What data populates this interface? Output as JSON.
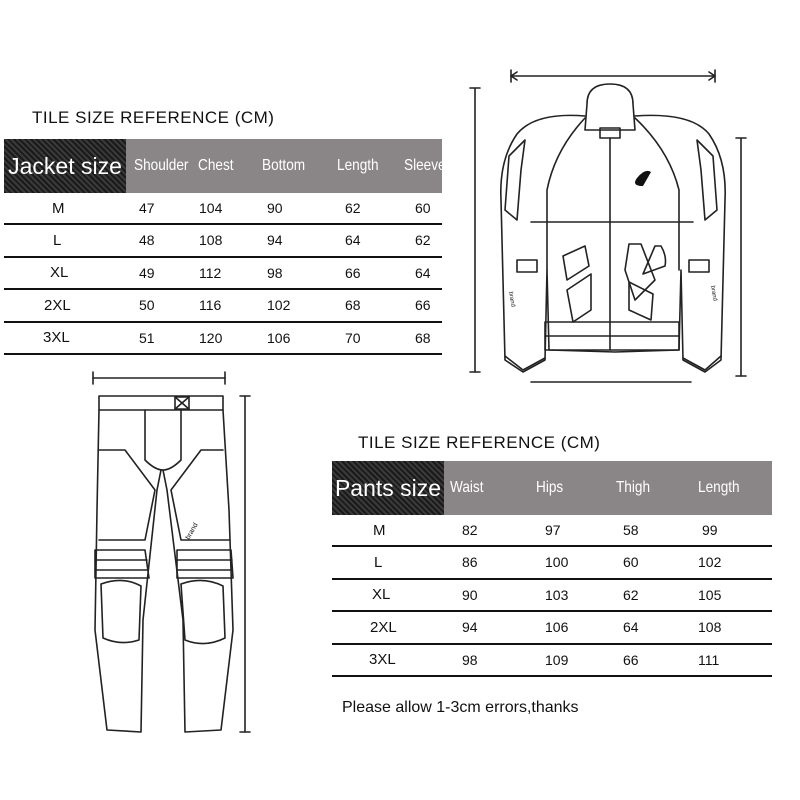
{
  "jacket": {
    "title": "TILE SIZE REFERENCE (CM)",
    "corner_label": "Jacket size",
    "columns": [
      "Shoulder",
      "Chest",
      "Bottom",
      "Length",
      "Sleeve"
    ],
    "rows": [
      {
        "size": "M",
        "values": [
          "47",
          "104",
          "90",
          "62",
          "60"
        ]
      },
      {
        "size": "L",
        "values": [
          "48",
          "108",
          "94",
          "64",
          "62"
        ]
      },
      {
        "size": "XL",
        "values": [
          "49",
          "112",
          "98",
          "66",
          "64"
        ]
      },
      {
        "size": "2XL",
        "values": [
          "50",
          "116",
          "102",
          "68",
          "66"
        ]
      },
      {
        "size": "3XL",
        "values": [
          "51",
          "120",
          "106",
          "70",
          "68"
        ]
      }
    ]
  },
  "pants": {
    "title": "TILE SIZE REFERENCE (CM)",
    "corner_label": "Pants size",
    "columns": [
      "Waist",
      "Hips",
      "Thigh",
      "Length"
    ],
    "rows": [
      {
        "size": "M",
        "values": [
          "82",
          "97",
          "58",
          "99"
        ]
      },
      {
        "size": "L",
        "values": [
          "86",
          "100",
          "60",
          "102"
        ]
      },
      {
        "size": "XL",
        "values": [
          "90",
          "103",
          "62",
          "105"
        ]
      },
      {
        "size": "2XL",
        "values": [
          "94",
          "106",
          "64",
          "108"
        ]
      },
      {
        "size": "3XL",
        "values": [
          "98",
          "109",
          "66",
          "111"
        ]
      }
    ]
  },
  "note": "Please allow 1-3cm errors,thanks",
  "colors": {
    "header_bg": "#8a8687",
    "corner_bg": "#2a2a2a",
    "line": "#111111"
  }
}
